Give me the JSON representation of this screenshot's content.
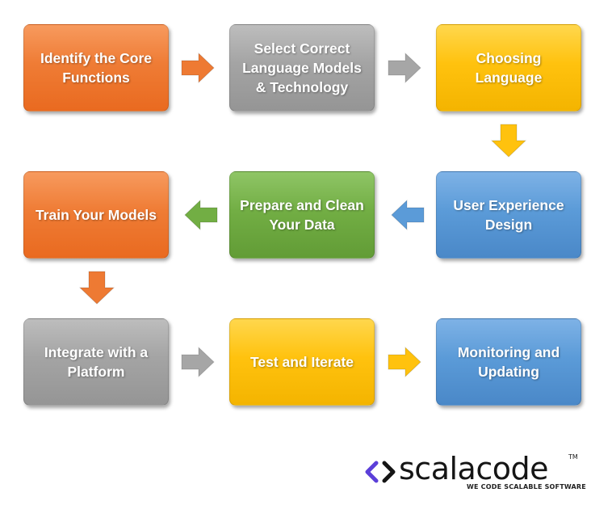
{
  "steps": [
    {
      "label": "Identify the Core Functions",
      "color": "orange"
    },
    {
      "label": "Select Correct Language Models & Technology",
      "color": "gray"
    },
    {
      "label": "Choosing Language",
      "color": "yellow"
    },
    {
      "label": "User Experience Design",
      "color": "blue"
    },
    {
      "label": "Prepare and Clean Your Data",
      "color": "green"
    },
    {
      "label": "Train Your Models",
      "color": "orange"
    },
    {
      "label": "Integrate with a Platform",
      "color": "gray"
    },
    {
      "label": "Test and Iterate",
      "color": "yellow"
    },
    {
      "label": "Monitoring and Updating",
      "color": "blue"
    }
  ],
  "arrow_colors": {
    "orange": "#ee7a33",
    "gray": "#a6a6a6",
    "yellow": "#ffc20e",
    "blue": "#5b9bd8",
    "green": "#72ae44"
  },
  "logo": {
    "name": "scalacode",
    "trademark": "TM",
    "tagline": "WE CODE SCALABLE SOFTWARE",
    "accent": "#5b3fd9"
  }
}
